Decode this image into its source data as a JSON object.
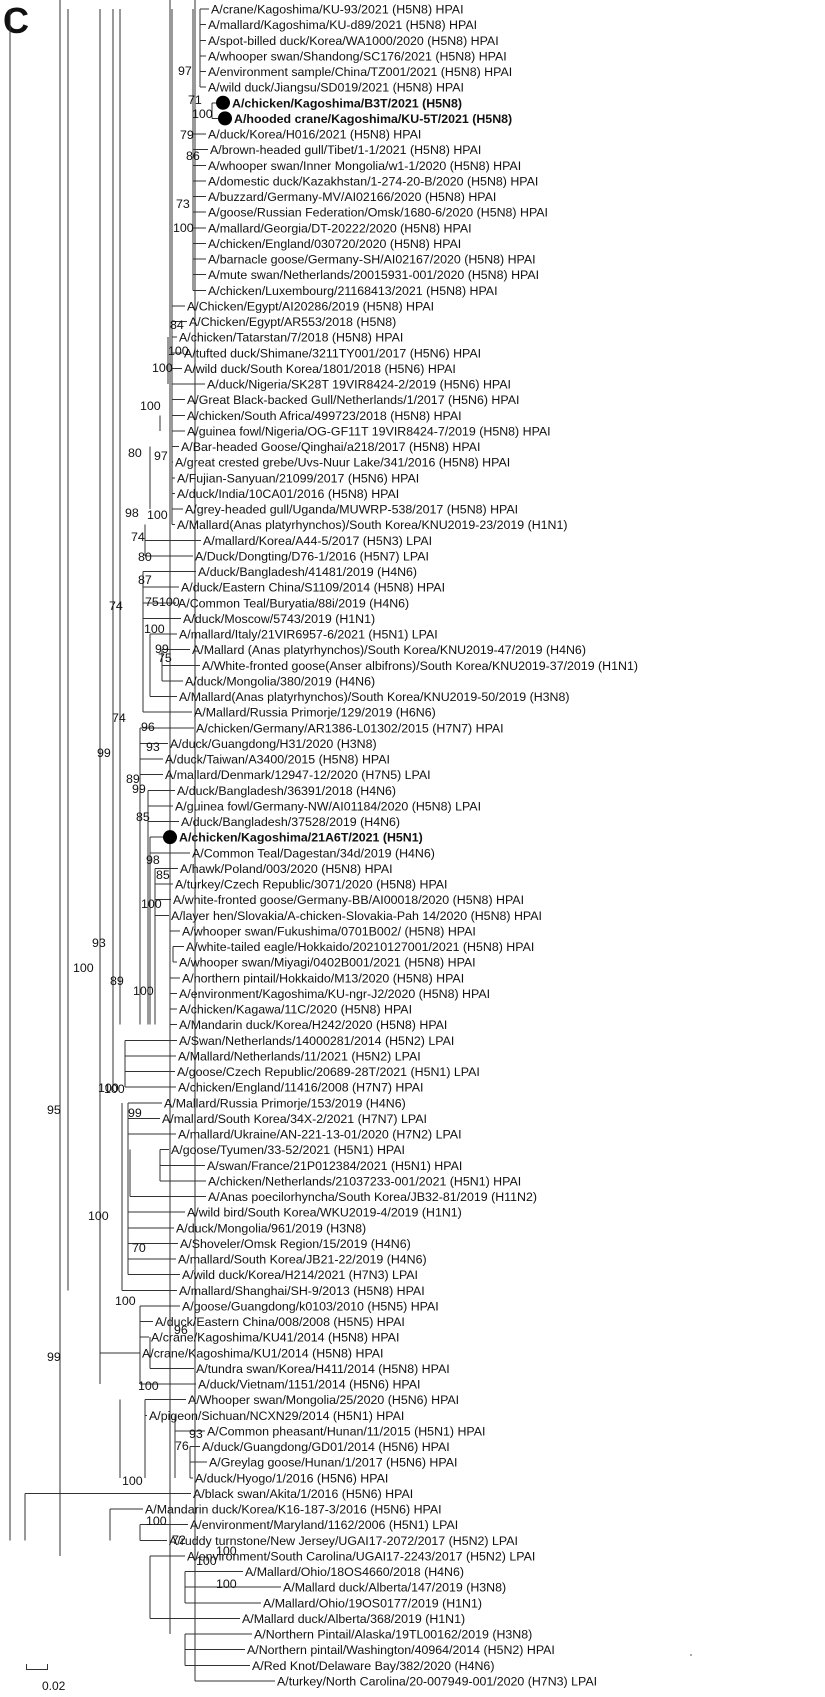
{
  "panel_label": "C",
  "scale": {
    "label": "0.02"
  },
  "leaves": [
    {
      "label": "A/crane/Kagoshima/KU-93/2021 (H5N8) HPAI"
    },
    {
      "label": "A/mallard/Kagoshima/KU-d89/2021 (H5N8) HPAI"
    },
    {
      "label": "A/spot-billed duck/Korea/WA1000/2020 (H5N8) HPAI"
    },
    {
      "label": "A/whooper swan/Shandong/SC176/2021 (H5N8) HPAI"
    },
    {
      "label": "A/environment sample/China/TZ001/2021 (H5N8) HPAI"
    },
    {
      "label": "A/wild duck/Jiangsu/SD019/2021 (H5N8) HPAI"
    },
    {
      "label": "A/chicken/Kagoshima/B3T/2021 (H5N8)",
      "bold": true,
      "marker": true
    },
    {
      "label": "A/hooded crane/Kagoshima/KU-5T/2021 (H5N8)",
      "bold": true,
      "marker": true
    },
    {
      "label": "A/duck/Korea/H016/2021 (H5N8) HPAI"
    },
    {
      "label": "A/brown-headed gull/Tibet/1-1/2021 (H5N8) HPAI"
    },
    {
      "label": "A/whooper swan/Inner Mongolia/w1-1/2020 (H5N8) HPAI"
    },
    {
      "label": "A/domestic duck/Kazakhstan/1-274-20-B/2020 (H5N8) HPAI"
    },
    {
      "label": "A/buzzard/Germany-MV/AI02166/2020 (H5N8) HPAI"
    },
    {
      "label": "A/goose/Russian Federation/Omsk/1680-6/2020 (H5N8) HPAI"
    },
    {
      "label": "A/mallard/Georgia/DT-20222/2020 (H5N8) HPAI"
    },
    {
      "label": "A/chicken/England/030720/2020 (H5N8) HPAI"
    },
    {
      "label": "A/barnacle goose/Germany-SH/AI02167/2020 (H5N8) HPAI"
    },
    {
      "label": "A/mute swan/Netherlands/20015931-001/2020 (H5N8) HPAI"
    },
    {
      "label": "A/chicken/Luxembourg/21168413/2021 (H5N8) HPAI"
    },
    {
      "label": "A/Chicken/Egypt/AI20286/2019 (H5N8) HPAI"
    },
    {
      "label": "A/Chicken/Egypt/AR553/2018 (H5N8)"
    },
    {
      "label": "A/chicken/Tatarstan/7/2018 (H5N8) HPAI"
    },
    {
      "label": "A/tufted duck/Shimane/3211TY001/2017 (H5N6) HPAI"
    },
    {
      "label": "A/wild duck/South Korea/1801/2018 (H5N6) HPAI"
    },
    {
      "label": "A/duck/Nigeria/SK28T 19VIR8424-2/2019 (H5N6) HPAI"
    },
    {
      "label": "A/Great Black-backed Gull/Netherlands/1/2017 (H5N6) HPAI"
    },
    {
      "label": "A/chicken/South Africa/499723/2018 (H5N8) HPAI"
    },
    {
      "label": "A/guinea fowl/Nigeria/OG-GF11T 19VIR8424-7/2019 (H5N8) HPAI"
    },
    {
      "label": "A/Bar-headed Goose/Qinghai/a218/2017 (H5N8) HPAI"
    },
    {
      "label": "A/great crested grebe/Uvs-Nuur Lake/341/2016 (H5N8) HPAI"
    },
    {
      "label": "A/Fujian-Sanyuan/21099/2017 (H5N6) HPAI"
    },
    {
      "label": "A/duck/India/10CA01/2016 (H5N8) HPAI"
    },
    {
      "label": "A/grey-headed gull/Uganda/MUWRP-538/2017 (H5N8) HPAI"
    },
    {
      "label": "A/Mallard(Anas platyrhynchos)/South Korea/KNU2019-23/2019 (H1N1)"
    },
    {
      "label": "A/mallard/Korea/A44-5/2017 (H5N3) LPAI"
    },
    {
      "label": "A/Duck/Dongting/D76-1/2016 (H5N7) LPAI"
    },
    {
      "label": "A/duck/Bangladesh/41481/2019 (H4N6)"
    },
    {
      "label": "A/duck/Eastern China/S1109/2014 (H5N8) HPAI"
    },
    {
      "label": "A/Common Teal/Buryatia/88i/2019 (H4N6)"
    },
    {
      "label": "A/duck/Moscow/5743/2019 (H1N1)"
    },
    {
      "label": "A/mallard/Italy/21VIR6957-6/2021 (H5N1) LPAI"
    },
    {
      "label": "A/Mallard (Anas platyrhynchos)/South Korea/KNU2019-47/2019 (H4N6)"
    },
    {
      "label": "A/White-fronted goose(Anser albifrons)/South Korea/KNU2019-37/2019 (H1N1)"
    },
    {
      "label": "A/duck/Mongolia/380/2019 (H4N6)"
    },
    {
      "label": "A/Mallard(Anas platyrhynchos)/South Korea/KNU2019-50/2019 (H3N8)"
    },
    {
      "label": "A/Mallard/Russia Primorje/129/2019 (H6N6)"
    },
    {
      "label": "A/chicken/Germany/AR1386-L01302/2015 (H7N7) HPAI"
    },
    {
      "label": "A/duck/Guangdong/H31/2020 (H3N8)"
    },
    {
      "label": "A/duck/Taiwan/A3400/2015 (H5N8) HPAI"
    },
    {
      "label": "A/mallard/Denmark/12947-12/2020 (H7N5) LPAI"
    },
    {
      "label": "A/duck/Bangladesh/36391/2018 (H4N6)"
    },
    {
      "label": "A/guinea fowl/Germany-NW/AI01184/2020 (H5N8) LPAI"
    },
    {
      "label": "A/duck/Bangladesh/37528/2019 (H4N6)"
    },
    {
      "label": "A/chicken/Kagoshima/21A6T/2021 (H5N1)",
      "bold": true,
      "marker": true
    },
    {
      "label": "A/Common Teal/Dagestan/34d/2019 (H4N6)"
    },
    {
      "label": "A/hawk/Poland/003/2020 (H5N8) HPAI"
    },
    {
      "label": "A/turkey/Czech Republic/3071/2020 (H5N8) HPAI"
    },
    {
      "label": "A/white-fronted goose/Germany-BB/AI00018/2020 (H5N8) HPAI"
    },
    {
      "label": "A/layer hen/Slovakia/A-chicken-Slovakia-Pah 14/2020 (H5N8) HPAI"
    },
    {
      "label": "A/whooper swan/Fukushima/0701B002/ (H5N8) HPAI"
    },
    {
      "label": "A/white-tailed eagle/Hokkaido/20210127001/2021 (H5N8) HPAI"
    },
    {
      "label": "A/whooper swan/Miyagi/0402B001/2021 (H5N8) HPAI"
    },
    {
      "label": "A/northern pintail/Hokkaido/M13/2020 (H5N8) HPAI"
    },
    {
      "label": "A/environment/Kagoshima/KU-ngr-J2/2020 (H5N8) HPAI"
    },
    {
      "label": "A/chicken/Kagawa/11C/2020 (H5N8) HPAI"
    },
    {
      "label": "A/Mandarin duck/Korea/H242/2020 (H5N8) HPAI"
    },
    {
      "label": "A/Swan/Netherlands/14000281/2014 (H5N2) LPAI"
    },
    {
      "label": "A/Mallard/Netherlands/11/2021 (H5N2) LPAI"
    },
    {
      "label": "A/goose/Czech Republic/20689-28T/2021 (H5N1) LPAI"
    },
    {
      "label": "A/chicken/England/11416/2008 (H7N7) HPAI"
    },
    {
      "label": "A/Mallard/Russia Primorje/153/2019 (H4N6)"
    },
    {
      "label": "A/mallard/South Korea/34X-2/2021 (H7N7) LPAI"
    },
    {
      "label": "A/mallard/Ukraine/AN-221-13-01/2020 (H7N2) LPAI"
    },
    {
      "label": "A/goose/Tyumen/33-52/2021 (H5N1) HPAI"
    },
    {
      "label": "A/swan/France/21P012384/2021 (H5N1) HPAI"
    },
    {
      "label": "A/chicken/Netherlands/21037233-001/2021 (H5N1) HPAI"
    },
    {
      "label": "A/Anas poecilorhyncha/South Korea/JB32-81/2019 (H11N2)"
    },
    {
      "label": "A/wild bird/South Korea/WKU2019-4/2019 (H1N1)"
    },
    {
      "label": "A/duck/Mongolia/961/2019 (H3N8)"
    },
    {
      "label": "A/Shoveler/Omsk Region/15/2019 (H4N6)"
    },
    {
      "label": "A/mallard/South Korea/JB21-22/2019 (H4N6)"
    },
    {
      "label": "A/wild duck/Korea/H214/2021 (H7N3) LPAI"
    },
    {
      "label": "A/mallard/Shanghai/SH-9/2013 (H5N8) HPAI"
    },
    {
      "label": "A/goose/Guangdong/k0103/2010 (H5N5) HPAI"
    },
    {
      "label": "A/duck/Eastern China/008/2008 (H5N5) HPAI"
    },
    {
      "label": "A/crane/Kagoshima/KU41/2014 (H5N8) HPAI"
    },
    {
      "label": "A/crane/Kagoshima/KU1/2014 (H5N8) HPAI"
    },
    {
      "label": "A/tundra swan/Korea/H411/2014 (H5N8) HPAI"
    },
    {
      "label": "A/duck/Vietnam/1151/2014 (H5N6) HPAI"
    },
    {
      "label": "A/Whooper swan/Mongolia/25/2020 (H5N6) HPAI"
    },
    {
      "label": "A/pigeon/Sichuan/NCXN29/2014 (H5N1) HPAI"
    },
    {
      "label": "A/Common pheasant/Hunan/11/2015 (H5N1) HPAI"
    },
    {
      "label": "A/duck/Guangdong/GD01/2014 (H5N6) HPAI"
    },
    {
      "label": "A/Greylag goose/Hunan/1/2017 (H5N6) HPAI"
    },
    {
      "label": "A/duck/Hyogo/1/2016 (H5N6) HPAI"
    },
    {
      "label": "A/black swan/Akita/1/2016 (H5N6) HPAI"
    },
    {
      "label": "A/Mandarin duck/Korea/K16-187-3/2016 (H5N6) HPAI"
    },
    {
      "label": "A/environment/Maryland/1162/2006 (H5N1) LPAI"
    },
    {
      "label": "A/ruddy turnstone/New Jersey/UGAI17-2072/2017 (H5N2) LPAI"
    },
    {
      "label": "A/environment/South Carolina/UGAI17-2243/2017 (H5N2) LPAI"
    },
    {
      "label": "A/Mallard/Ohio/18OS4660/2018 (H4N6)"
    },
    {
      "label": "A/Mallard duck/Alberta/147/2019 (H3N8)"
    },
    {
      "label": "A/Mallard/Ohio/19OS0177/2019 (H1N1)"
    },
    {
      "label": "A/Mallard duck/Alberta/368/2019 (H1N1)"
    },
    {
      "label": "A/Northern Pintail/Alaska/19TL00162/2019 (H3N8)"
    },
    {
      "label": "A/Northern pintail/Washington/40964/2014 (H5N2) HPAI"
    },
    {
      "label": "A/Red Knot/Delaware Bay/382/2020 (H4N6)"
    },
    {
      "label": "A/turkey/North Carolina/20-007949-001/2020 (H7N3) LPAI"
    }
  ],
  "bootstrap_values": [
    "97",
    "71",
    "100",
    "79",
    "86",
    "73",
    "100",
    "84",
    "100",
    "100",
    "100",
    "80",
    "97",
    "98",
    "100",
    "74",
    "80",
    "87",
    "100",
    "75",
    "74",
    "100",
    "99",
    "75",
    "74",
    "96",
    "93",
    "99",
    "99",
    "89",
    "85",
    "98",
    "85",
    "100",
    "93",
    "100",
    "89",
    "100",
    "100",
    "99",
    "100",
    "95",
    "100",
    "70",
    "100",
    "96",
    "99",
    "100",
    "93",
    "76",
    "100",
    "100",
    "100",
    "72",
    "100",
    "100"
  ]
}
